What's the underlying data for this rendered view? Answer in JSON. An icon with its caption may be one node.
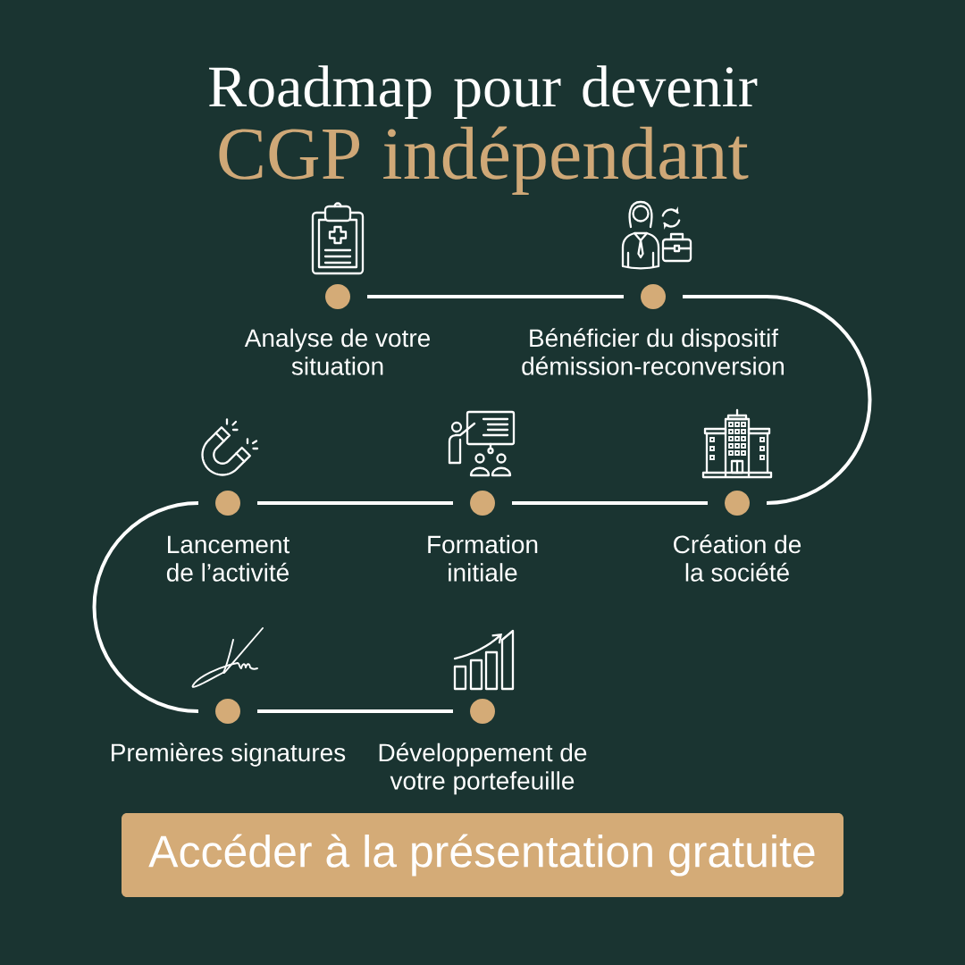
{
  "diagram": {
    "title": "Roadmap pour devenir CGP indépendant",
    "nodes": [
      {
        "text": [
          "Analyse de votre situation"
        ]
      },
      {
        "text": [
          "Bénéficier du dispositif démission-reconversion"
        ]
      },
      {
        "text": [
          "Lancement de l’activité"
        ]
      },
      {
        "text": [
          "Formation initiale"
        ]
      },
      {
        "text": [
          "Création de la société"
        ]
      },
      {
        "text": [
          "Premières signatures"
        ]
      },
      {
        "text": [
          "Développement de votre portefeuille"
        ]
      },
      {
        "text": [
          "Accéder à la présentation gratuite"
        ]
      }
    ],
    "edges": [
      {
        "from": 0,
        "to": 1,
        "arrow": "none"
      },
      {
        "from": 1,
        "to": 4,
        "arrow": "none"
      },
      {
        "from": 4,
        "to": 3,
        "arrow": "none"
      },
      {
        "from": 3,
        "to": 2,
        "arrow": "none"
      },
      {
        "from": 2,
        "to": 5,
        "arrow": "none"
      },
      {
        "from": 5,
        "to": 6,
        "arrow": "none"
      }
    ]
  }
}
